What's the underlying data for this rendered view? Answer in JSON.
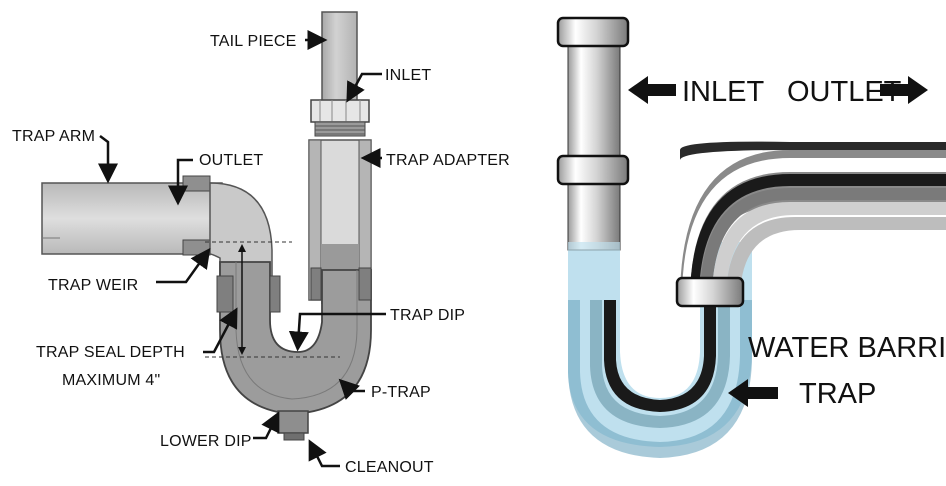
{
  "left_diagram": {
    "labels": {
      "tail_piece": "TAIL PIECE",
      "inlet": "INLET",
      "trap_arm": "TRAP ARM",
      "outlet": "OUTLET",
      "trap_adapter": "TRAP ADAPTER",
      "trap_weir": "TRAP WEIR",
      "trap_dip": "TRAP DIP",
      "trap_seal_depth": "TRAP SEAL DEPTH",
      "maximum": "MAXIMUM 4\"",
      "p_trap": "P-TRAP",
      "lower_dip": "LOWER DIP",
      "cleanout": "CLEANOUT"
    }
  },
  "right_diagram": {
    "labels": {
      "inlet": "INLET",
      "outlet": "OUTLET",
      "water_barrier": "WATER BARRIER",
      "trap": "TRAP"
    }
  },
  "colors": {
    "pipe_fill": "#c8c8c8",
    "pipe_dark": "#8c8c8c",
    "trap_body": "#a9a9a9",
    "water_left": "#9a9a9a",
    "water_right": "#bfe0ee",
    "outline": "#2a2a2a"
  }
}
